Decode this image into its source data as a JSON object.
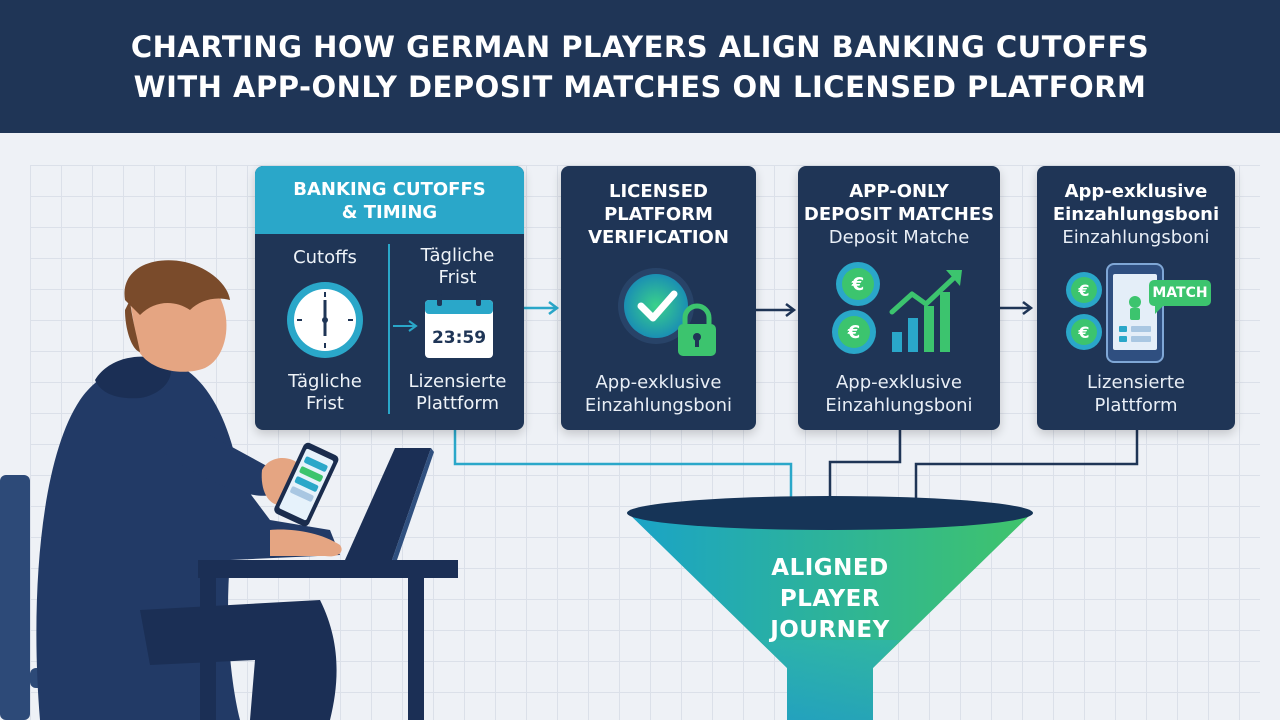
{
  "header": {
    "title_line1": "CHARTING HOW GERMAN PLAYERS ALIGN BANKING CUTOFFS",
    "title_line2": "WITH APP-ONLY DEPOSIT MATCHES ON LICENSED PLATFORM"
  },
  "cards": {
    "banking": {
      "title_line1": "BANKING CUTOFFS",
      "title_line2": "& TIMING",
      "left_top": "Cutoffs",
      "left_bottom_line1": "Tägliche",
      "left_bottom_line2": "Frist",
      "right_top_line1": "Tägliche",
      "right_top_line2": "Frist",
      "calendar_time": "23:59",
      "right_bottom_line1": "Lizensierte",
      "right_bottom_line2": "Plattform"
    },
    "licensed": {
      "title_line1": "LICENSED",
      "title_line2": "PLATFORM",
      "title_line3": "VERIFICATION",
      "bottom_line1": "App-exklusive",
      "bottom_line2": "Einzahlungsboni"
    },
    "app_only": {
      "title_line1": "APP-ONLY",
      "title_line2": "DEPOSIT MATCHES",
      "subtitle": "Deposit Matche",
      "bottom_line1": "App-exklusive",
      "bottom_line2": "Einzahlungsboni"
    },
    "exklusive": {
      "title_line1": "App-exklusive",
      "title_line2": "Einzahlungsboni",
      "subtitle": "Einzahlungsboni",
      "match_badge": "MATCH",
      "bottom_line1": "Lizensierte",
      "bottom_line2": "Plattform"
    }
  },
  "euro_symbol": "€",
  "funnel": {
    "line1": "ALIGNED",
    "line2": "PLAYER",
    "line3": "JOURNEY"
  },
  "colors": {
    "navy": "#1f3556",
    "teal": "#2aa7c9",
    "green": "#3cc46e",
    "background": "#eef1f6"
  }
}
